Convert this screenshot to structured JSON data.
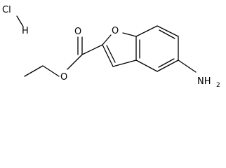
{
  "diagram": {
    "type": "chemical-structure",
    "colors": {
      "ink": "#000000",
      "background": "#ffffff"
    },
    "labels": {
      "salt": "Cl",
      "salt_h": "H",
      "ring_oxygen": "O",
      "carbonyl_oxygen": "O",
      "ester_oxygen": "O",
      "amine": "NH",
      "amine_subscript": "2"
    }
  }
}
